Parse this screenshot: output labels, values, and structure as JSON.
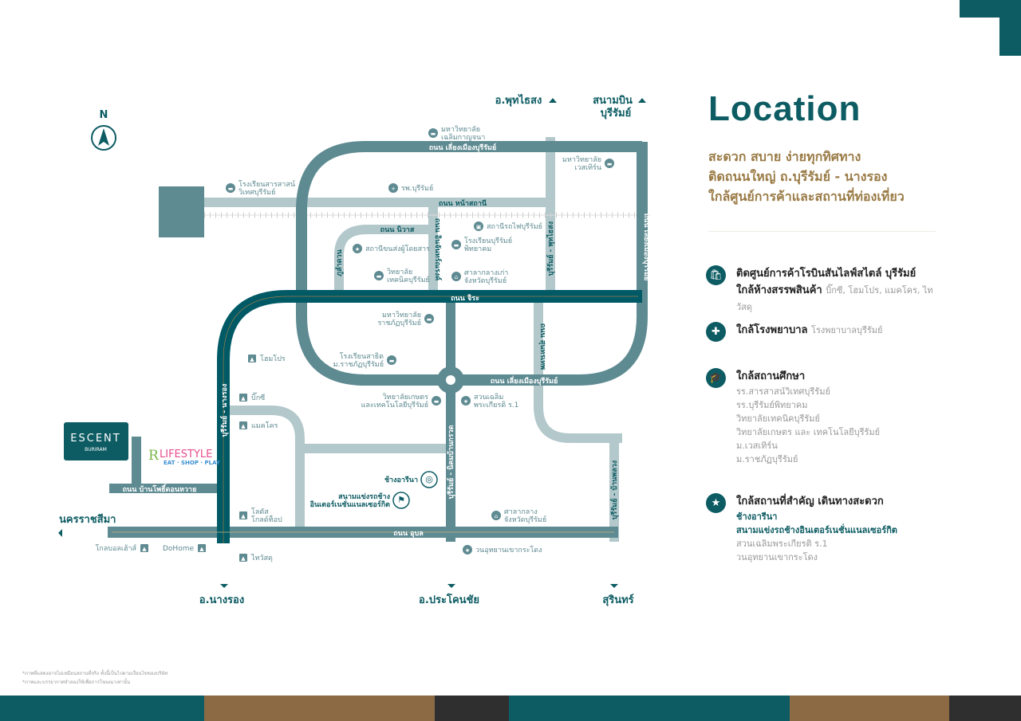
{
  "map": {
    "compass": "N",
    "directions": {
      "phutthaisong": "อ.พุทไธสง",
      "airport_1": "สนามบิน",
      "airport_2": "บุรีรัมย์",
      "nakhon": "นครราชสีมา",
      "nangrong": "อ.นางรอง",
      "prakhon": "อ.ประโคนชัย",
      "surin": "สุรินทร์"
    },
    "roads": {
      "liang_top": "ถนน เลี่ยงเมืองบุรีรัมย์",
      "liang_right": "ถนน เลี่ยงเมืองบุรีรัมย์",
      "liang_bottom": "ถนน เลี่ยงเมืองบุรีรัมย์",
      "nasathani": "ถนน หน้าสถานี",
      "niwat": "ถนน นิวาส",
      "inchan": "ถนน อินจันทร์ณรงค์",
      "phulamuan": "ภูลำดวน",
      "phutthaisong": "บุรีรัมย์ - พุทไธสง",
      "jira": "ถนน จิระ",
      "sunthonthep": "ถนน สุนทรเทพ",
      "nangrong": "บุรีรัมย์ - นางรอง",
      "nikhom": "บุรีรัมย์ - นิคมบ้านกรวด",
      "banphluang": "บุรีรัมย์ - บ้านพลวง",
      "ubon": "ถนน อุบล",
      "banpho": "ถนน บ้านโพธิ์ดอนหวาย"
    },
    "places": {
      "chaloem": "มหาวิทยาลัย|เฉลิมกาญจนา",
      "sarasas": "โรงเรียนสารสาสน์|วิเทศบุรีรัมย์",
      "hospital": "รพ.บุรีรัมย์",
      "western": "มหาวิทยาลัย|เวสเทิร์น",
      "train": "สถานีรถไฟบุรีรัมย์",
      "bus": "สถานีขนส่งผู้โดยสาร",
      "pittayakom": "โรงเรียนบุรีรัมย์|พิทยาคม",
      "technic": "วิทยาลัย|เทคนิคบุรีรัมย์",
      "old_hall": "ศาลากลางเก่า|จังหวัดบุรีรัมย์",
      "rajabhat": "มหาวิทยาลัย|ราชภัฏบุรีรัมย์",
      "satit": "โรงเรียนสาธิต|ม.ราชภัฏบุรีรัมย์",
      "agri": "วิทยาลัยเกษตร|และเทคโนโลยีบุรีรัมย์",
      "park": "สวนเฉลิม|พระเกียรติ ร.1",
      "arena": "ช้างอารีนา",
      "circuit": "สนามแข่งรถช้าง|อินเตอร์เนชั่นแนลเซอร์กิต",
      "hall": "ศาลากลาง|จังหวัดบุรีรัมย์",
      "khao": "วนอุทยานเขากระโดง",
      "homepro": "โฮมโปร",
      "bigc": "บิ๊กซี",
      "makro": "แมคโคร",
      "lotus": "โลตัส|โกลด์ท็อป",
      "globalhouse": "โกลบอลเฮ้าส์",
      "dohome": "DoHome",
      "thaiwatsadu": "ไทวัสดุ"
    },
    "escent": {
      "name": "ESCENT",
      "sub": "BURIRAM"
    },
    "lifestyle": {
      "r": "R",
      "life": "LIFESTYLE",
      "tag": "EAT · SHOP · PLAY"
    }
  },
  "panel": {
    "title": "Location",
    "subtitle": [
      "สะดวก สบาย ง่ายทุกทิศทาง",
      "ติดถนนใหญ่ ถ.บุรีรัมย์ - นางรอง",
      "ใกล้ศูนย์การค้าและสถานที่ท่องเที่ยว"
    ],
    "shopping": {
      "line1": "ติดศูนย์การค้าโรบินสันไลฟ์สไตล์ บุรีรัมย์",
      "line2": "ใกล้ห้างสรรพสินค้า",
      "detail": "บิ๊กซี, โฮมโปร, แมคโคร, ไทวัสดุ"
    },
    "hospital": {
      "label": "ใกล้โรงพยาบาล",
      "detail": "โรงพยาบาลบุรีรัมย์"
    },
    "education": {
      "label": "ใกล้สถานศึกษา",
      "items": [
        "รร.สารสาสน์วิเทศบุรีรัมย์",
        "รร.บุรีรัมย์พิทยาคม",
        "วิทยาลัยเทคนิคบุรีรัมย์",
        "วิทยาลัยเกษตร และ เทคโนโลยีบุรีรัมย์",
        "ม.เวสเทิร์น",
        "ม.ราชภัฏบุรีรัมย์"
      ]
    },
    "landmarks": {
      "label": "ใกล้สถานที่สำคัญ เดินทางสะดวก",
      "items": [
        "ช้างอารีนา",
        "สนามแข่งรถช้างอินเตอร์เนชั่นแนลเซอร์กิต",
        "สวนเฉลิมพระเกียรติ ร.1",
        "วนอุทยานเขากระโดง"
      ]
    }
  },
  "notes": [
    "*ภาพที่แสดงอาจไม่เหมือนสถานที่จริง ทั้งนี้เป็นไปตามเงื่อนไขของบริษัท",
    "*ภาพและบรรยากาศจำลองใช้เพื่อการโฆษณาเท่านั้น"
  ],
  "colors": {
    "dark": "#005a66",
    "mid": "#5e8a91",
    "light": "#b3c8cb",
    "gold": "#9a7b46",
    "brown": "#8b6a44"
  }
}
